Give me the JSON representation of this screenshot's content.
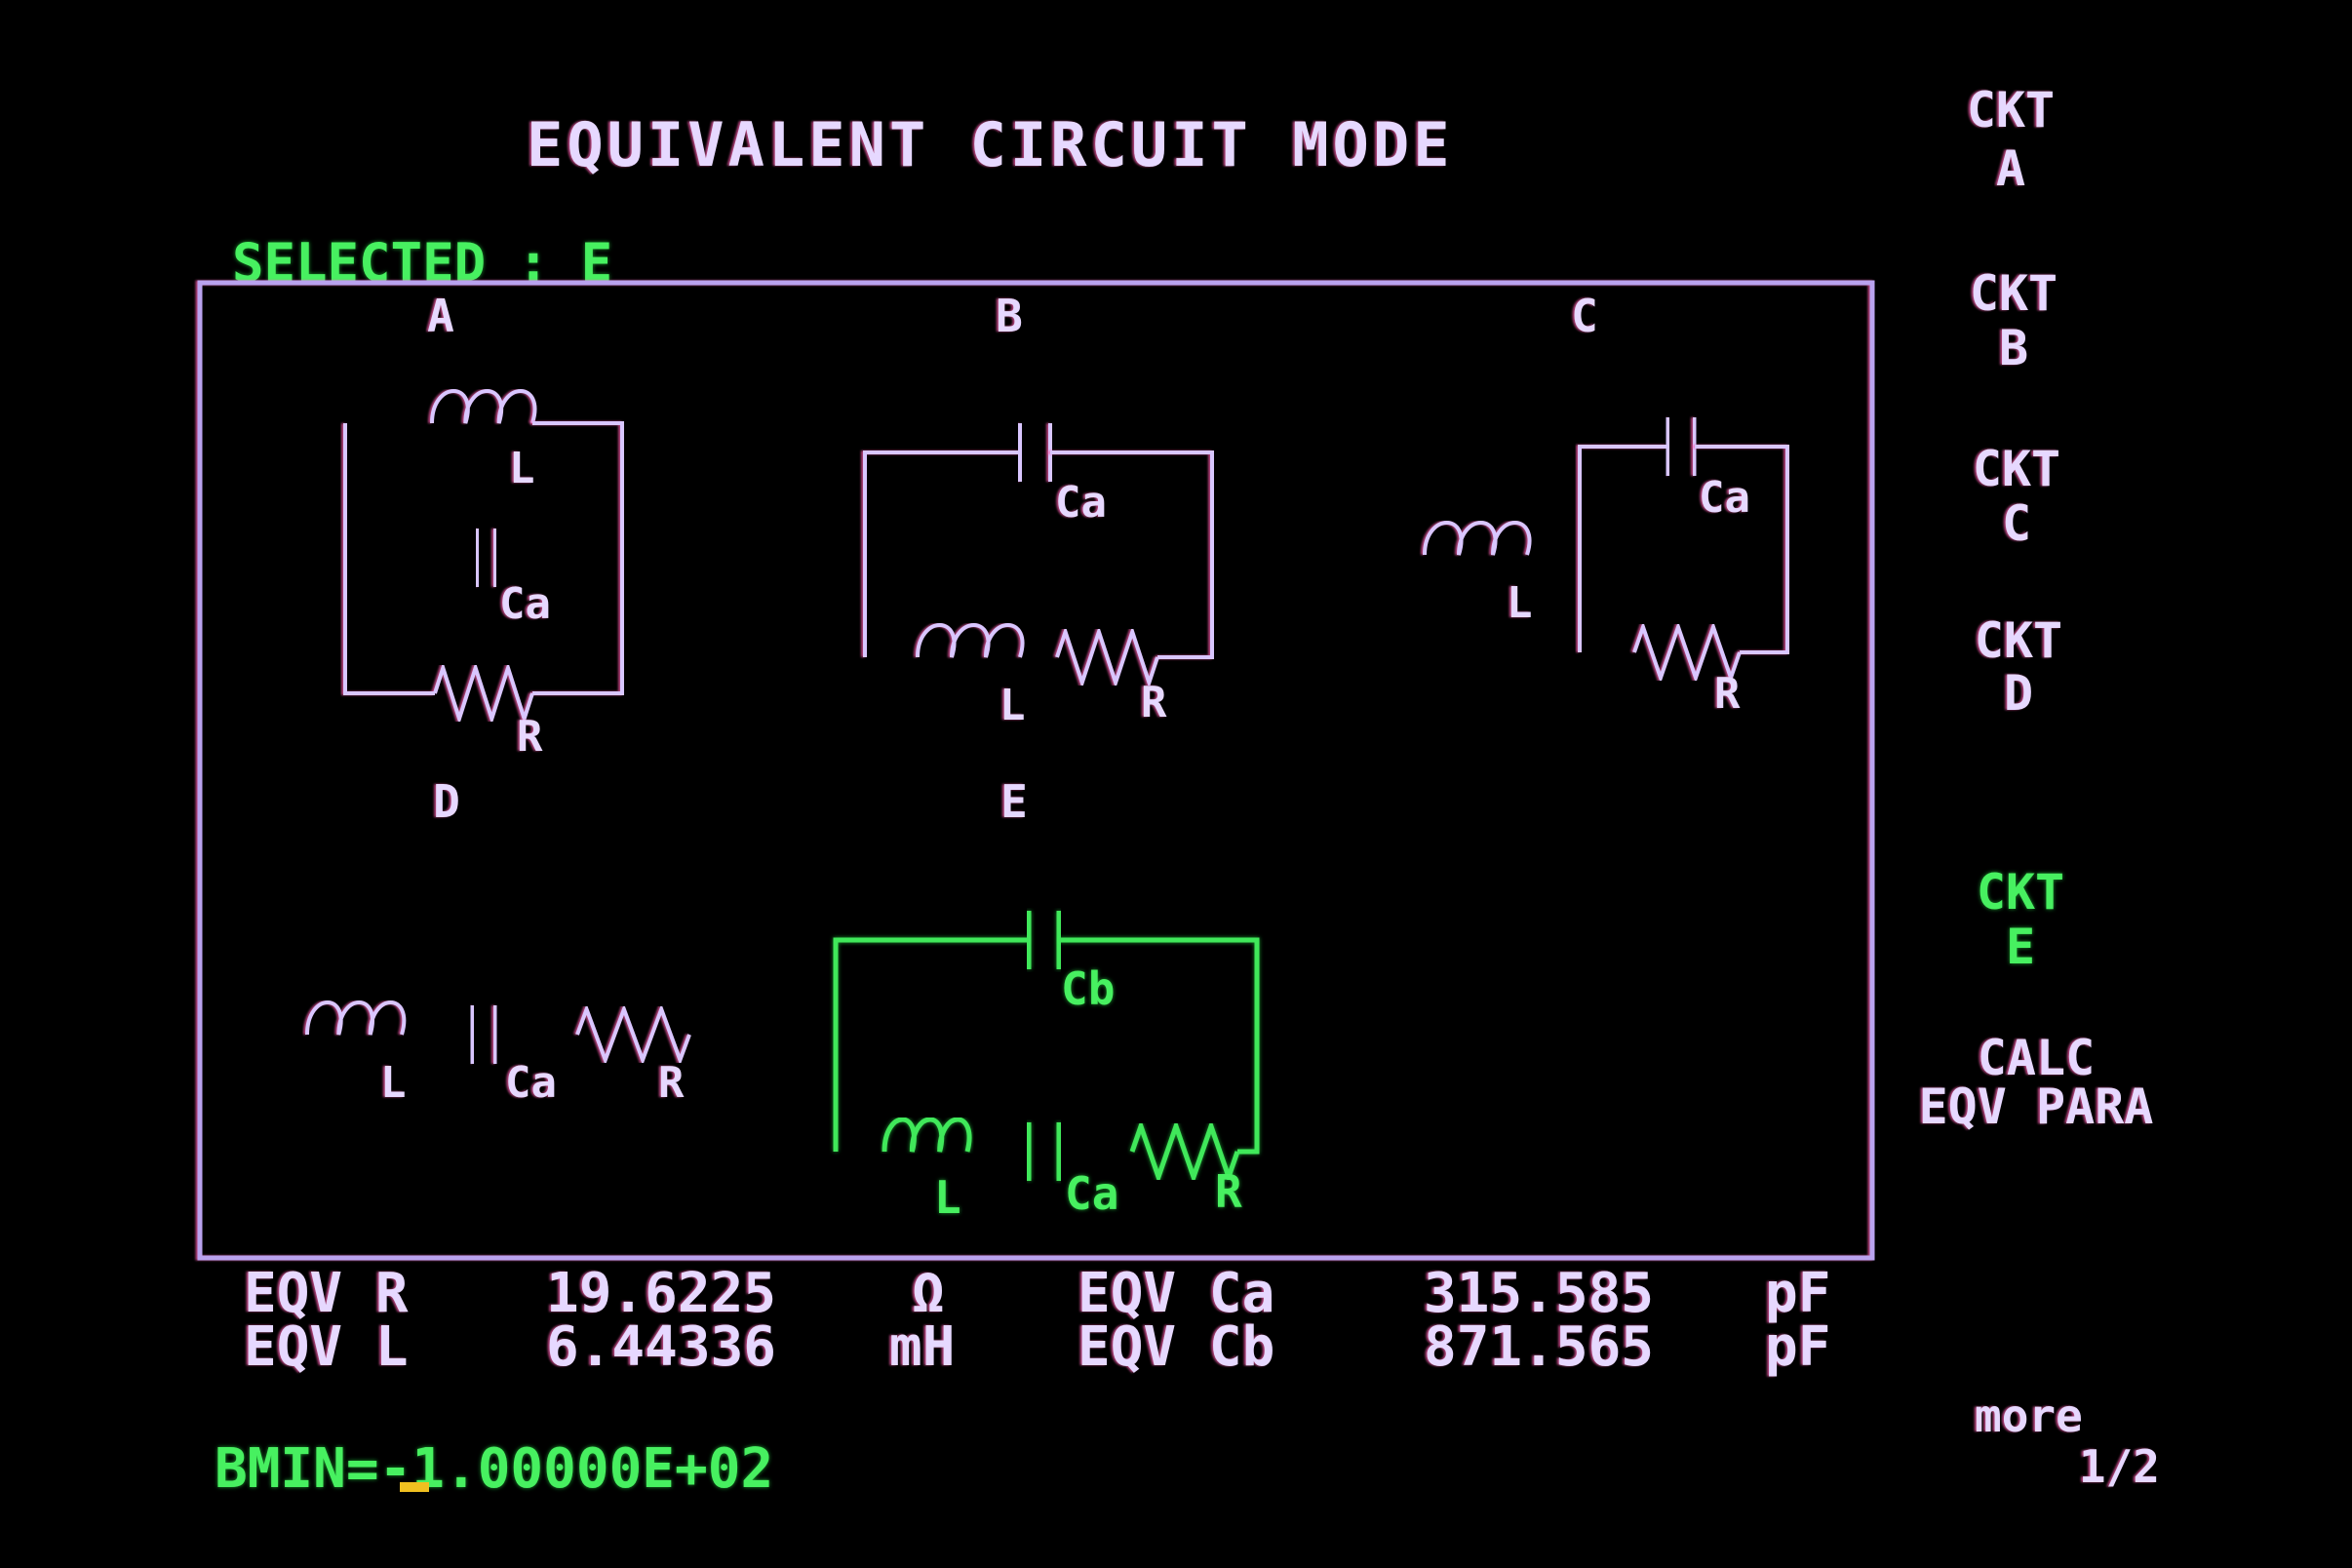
{
  "title": "EQUIVALENT CIRCUIT MODE",
  "selected": "SELECTED : E",
  "grid": {
    "headers": [
      "A",
      "B",
      "C",
      "D",
      "E",
      ""
    ],
    "circuits": {
      "A": {
        "labels": [
          "L",
          "Ca",
          "R"
        ]
      },
      "B": {
        "labels": [
          "Ca",
          "L",
          "R"
        ]
      },
      "C": {
        "labels": [
          "L",
          "Ca",
          "R"
        ]
      },
      "D": {
        "labels": [
          "L",
          "Ca",
          "R"
        ]
      },
      "E": {
        "labels": [
          "Cb",
          "L",
          "Ca",
          "R"
        ]
      }
    }
  },
  "readouts": [
    {
      "label": "EQV R",
      "value": "19.6225",
      "unit": "Ω"
    },
    {
      "label": "EQV L",
      "value": "6.44336",
      "unit": "mH"
    },
    {
      "label": "EQV Ca",
      "value": "315.585",
      "unit": "pF"
    },
    {
      "label": "EQV Cb",
      "value": "871.565",
      "unit": "pF"
    }
  ],
  "entry": "BMIN=-1.00000E+02",
  "softkeys": [
    {
      "line1": "CKT",
      "line2": "A"
    },
    {
      "line1": "CKT",
      "line2": "B"
    },
    {
      "line1": "CKT",
      "line2": "C"
    },
    {
      "line1": "CKT",
      "line2": "D"
    },
    {
      "line1": "CKT",
      "line2": "E"
    },
    {
      "line1": "CALC",
      "line2": "EQV PARA"
    },
    {
      "line1": "more",
      "line2": "1/2"
    }
  ],
  "colors": {
    "text": "#e6d8ff",
    "selected": "#47f060",
    "grid": "#b9a2ee",
    "cursor": "#f0c020"
  }
}
